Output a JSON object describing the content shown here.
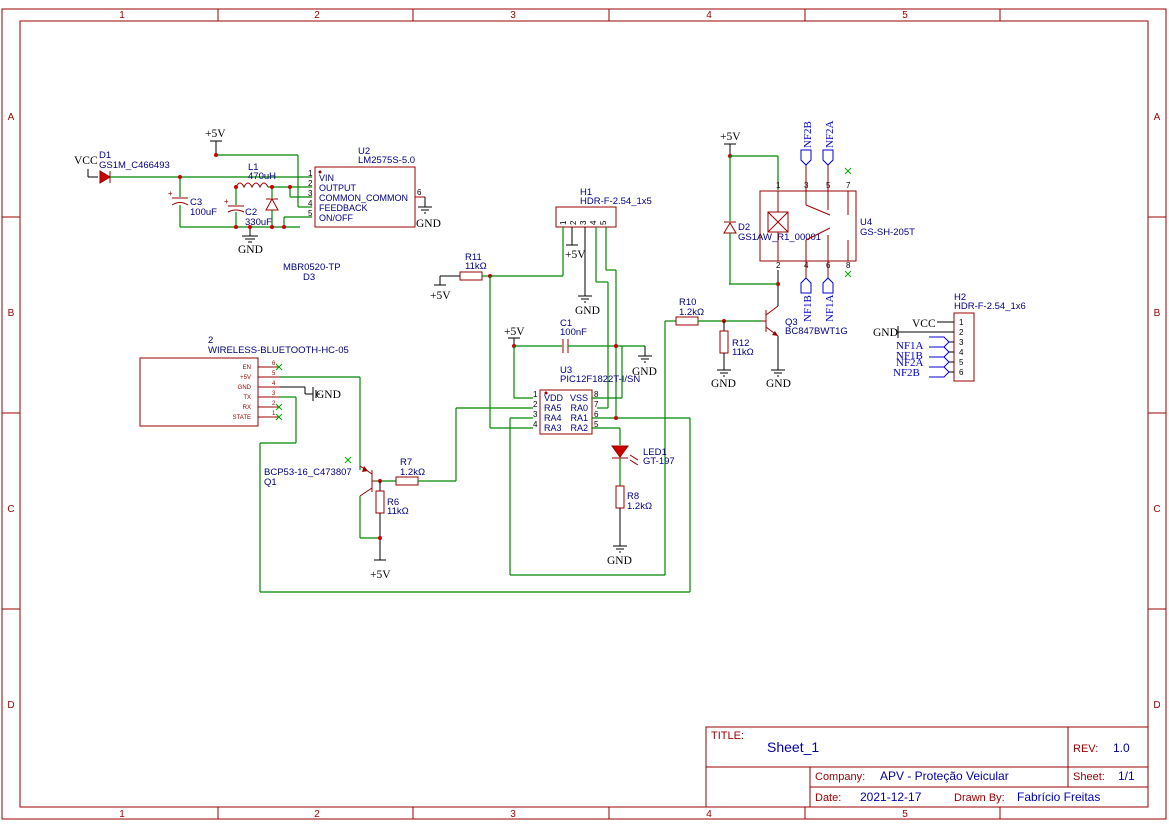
{
  "frame": {
    "cols": [
      "1",
      "2",
      "3",
      "4",
      "5"
    ],
    "rows": [
      "A",
      "B",
      "C",
      "D"
    ]
  },
  "nets": {
    "vcc": "VCC",
    "p5v": "+5V",
    "gnd": "GND",
    "nf1a": "NF1A",
    "nf1b": "NF1B",
    "nf2a": "NF2A",
    "nf2b": "NF2B"
  },
  "parts": {
    "d1": {
      "ref": "D1",
      "value": "GS1M_C466493"
    },
    "c3": {
      "ref": "C3",
      "value": "100uF"
    },
    "l1": {
      "ref": "L1",
      "value": "470uH"
    },
    "c2": {
      "ref": "C2",
      "value": "330uF"
    },
    "d3": {
      "ref": "D3",
      "value": "MBR0520-TP"
    },
    "u2": {
      "ref": "U2",
      "value": "LM2575S-5.0",
      "pins": [
        "VIN",
        "OUTPUT",
        "COMMON_COMMON",
        "FEEDBACK",
        "ON/OFF"
      ],
      "pinnums": [
        "1",
        "2",
        "3",
        "4",
        "5",
        "6"
      ]
    },
    "h1": {
      "ref": "H1",
      "value": "HDR-F-2.54_1x5",
      "pinnums": [
        "1",
        "2",
        "3",
        "4",
        "5"
      ]
    },
    "r11": {
      "ref": "R11",
      "value": "11kΩ"
    },
    "c1": {
      "ref": "C1",
      "value": "100nF"
    },
    "u3": {
      "ref": "U3",
      "value": "PIC12F1822T-I/SN",
      "left": [
        "VDD",
        "RA5",
        "RA4",
        "RA3"
      ],
      "right": [
        "VSS",
        "RA0",
        "RA1",
        "RA2"
      ],
      "lnums": [
        "1",
        "2",
        "3",
        "4"
      ],
      "rnums": [
        "8",
        "7",
        "6",
        "5"
      ]
    },
    "led1": {
      "ref": "LED1",
      "value": "GT-197"
    },
    "r8": {
      "ref": "R8",
      "value": "1.2kΩ"
    },
    "r10": {
      "ref": "R10",
      "value": "1.2kΩ"
    },
    "r12": {
      "ref": "R12",
      "value": "11kΩ"
    },
    "q3": {
      "ref": "Q3",
      "value": "BC847BWT1G"
    },
    "d2": {
      "ref": "D2",
      "value": "GS1AW_R1_00001"
    },
    "u4": {
      "ref": "U4",
      "value": "GS-SH-205T",
      "pinnums": [
        "1",
        "2",
        "3",
        "4",
        "5",
        "6",
        "7",
        "8"
      ]
    },
    "h2": {
      "ref": "H2",
      "value": "HDR-F-2.54_1x6",
      "pinnums": [
        "1",
        "2",
        "3",
        "4",
        "5",
        "6"
      ]
    },
    "bt": {
      "ref": "2",
      "value": "WIRELESS-BLUETOOTH-HC-05",
      "pins": [
        "EN",
        "+5V",
        "GND",
        "TX",
        "RX",
        "STATE"
      ],
      "pinnums": [
        "6",
        "5",
        "4",
        "3",
        "2",
        "1"
      ]
    },
    "q1": {
      "ref": "Q1",
      "value": "BCP53-16_C473807"
    },
    "r6": {
      "ref": "R6",
      "value": "11kΩ"
    },
    "r7": {
      "ref": "R7",
      "value": "1.2kΩ"
    }
  },
  "titleblock": {
    "title_label": "TITLE:",
    "title": "Sheet_1",
    "rev_label": "REV:",
    "rev": "1.0",
    "company_label": "Company:",
    "company": "APV - Proteção Veicular",
    "sheet_label": "Sheet:",
    "sheet": "1/1",
    "date_label": "Date:",
    "date": "2021-12-17",
    "drawn_label": "Drawn By:",
    "drawn": "Fabrício Freitas"
  }
}
